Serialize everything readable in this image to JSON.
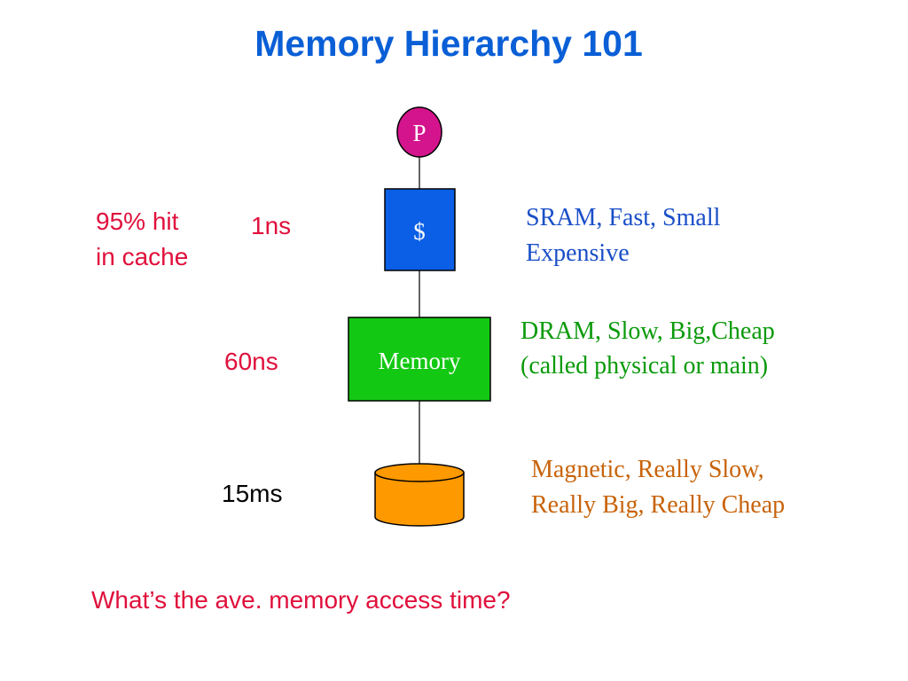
{
  "title": "Memory Hierarchy 101",
  "processor": {
    "label": "P",
    "color": "#d4148c"
  },
  "cache": {
    "label": "$",
    "color": "#0a5fe6",
    "hit_rate_line1": "95% hit",
    "hit_rate_line2": "in cache",
    "latency": "1ns",
    "description_line1": "SRAM, Fast, Small",
    "description_line2": "Expensive",
    "description_color": "#1a4fc8"
  },
  "memory": {
    "label": "Memory",
    "color": "#13c813",
    "latency": "60ns",
    "description_line1": "DRAM, Slow, Big,Cheap",
    "description_line2": "(called physical or main)",
    "description_color": "#0a9a0a"
  },
  "disk": {
    "color": "#ff9900",
    "latency": "15ms",
    "description_line1": "Magnetic, Really Slow,",
    "description_line2": "Really Big, Really Cheap",
    "description_color": "#c8630a"
  },
  "question": "What’s the ave. memory access time?",
  "colors": {
    "title": "#0a5fd6",
    "highlight_red": "#e0103c",
    "outline": "#000000"
  }
}
